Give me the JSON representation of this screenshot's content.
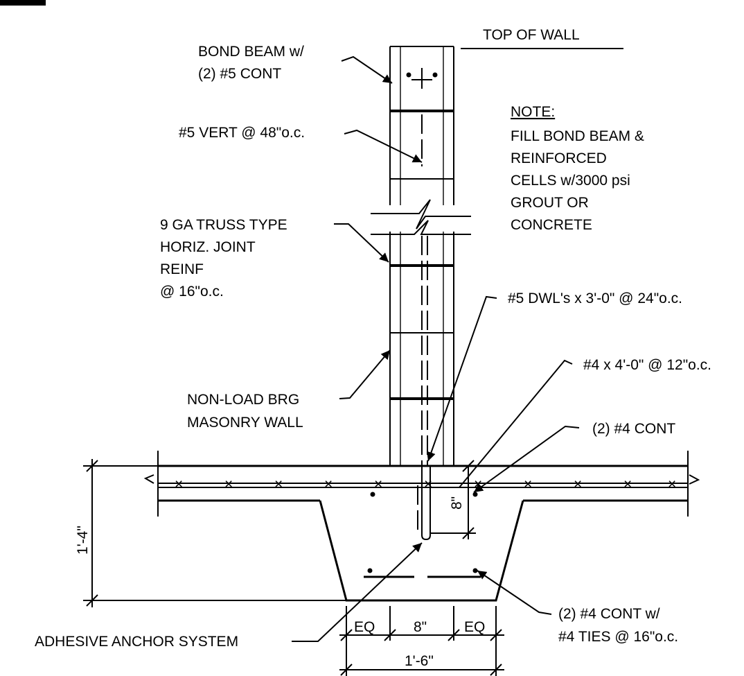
{
  "labels": {
    "top_of_wall": "TOP OF WALL",
    "bond_beam": [
      "BOND BEAM w/",
      "(2) #5 CONT"
    ],
    "vert_bar": "#5 VERT @ 48\"o.c.",
    "note_title": "NOTE:",
    "note_lines": [
      "FILL BOND BEAM &",
      "REINFORCED",
      "CELLS w/3000 psi",
      "GROUT OR",
      "CONCRETE"
    ],
    "truss": [
      "9 GA TRUSS TYPE",
      "HORIZ. JOINT",
      "REINF",
      "@ 16\"o.c."
    ],
    "dowels": "#5 DWL's x 3'-0\" @ 24\"o.c.",
    "hooked_bar": "#4 x 4'-0\" @ 12\"o.c.",
    "wall": [
      "NON-LOAD BRG",
      "MASONRY WALL"
    ],
    "slab_cont": "(2) #4 CONT",
    "footing_cont": [
      "(2) #4 CONT w/",
      "#4 TIES @ 16\"o.c."
    ],
    "anchor": "ADHESIVE ANCHOR SYSTEM"
  },
  "dimensions": {
    "height": "1'-4\"",
    "embed": "8\"",
    "eq_left": "EQ",
    "center": "8\"",
    "eq_right": "EQ",
    "width": "1'-6\""
  }
}
